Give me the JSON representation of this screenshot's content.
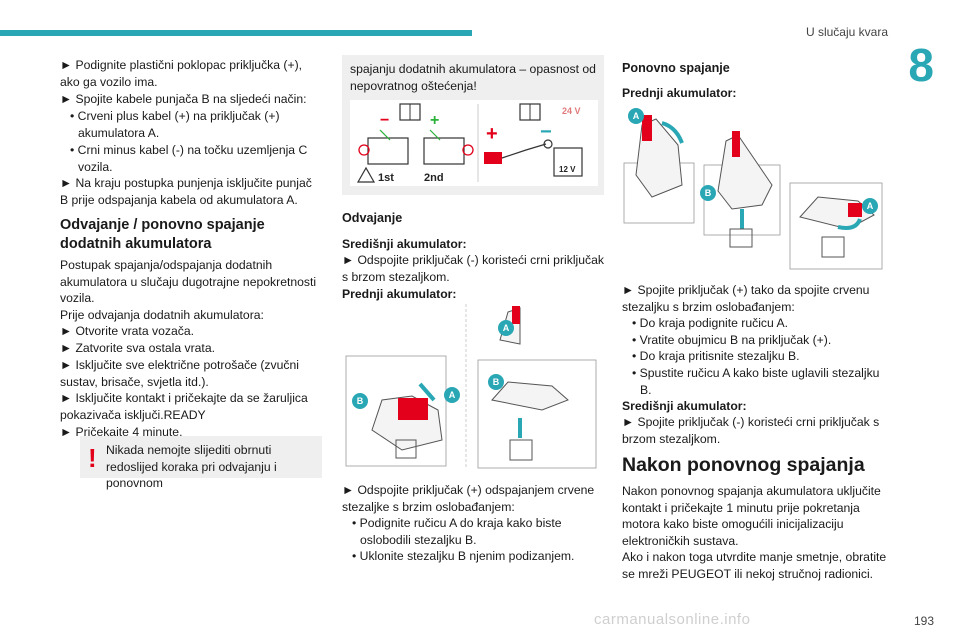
{
  "header": {
    "title": "U slučaju kvara",
    "chapter": "8"
  },
  "col1": {
    "p1": "► Podignite plastični poklopac priključka (+), ako ga vozilo ima.",
    "p2": "► Spojite kabele punjača B na sljedeći način:",
    "b1": "• Crveni plus kabel (+) na priključak (+) akumulatora A.",
    "b2": "• Crni minus kabel (-) na točku uzemljenja C vozila.",
    "p3": "► Na kraju postupka punjenja isključite punjač B prije odspajanja kabela od akumulatora A.",
    "heading": "Odvajanje / ponovno spajanje dodatnih akumulatora",
    "p4": "Postupak spajanja/odspajanja dodatnih akumulatora u slučaju dugotrajne nepokretnosti vozila.",
    "p5": "Prije odvajanja dodatnih akumulatora:",
    "s1": "► Otvorite vrata vozača.",
    "s2": "► Zatvorite sva ostala vrata.",
    "s3": "► Isključite sve električne potrošače (zvučni sustav, brisače, svjetla itd.).",
    "s4": "► Isključite kontakt i pričekajte da se žaruljica pokazivača isključi.READY",
    "s5": "► Pričekajte 4 minute.",
    "warning": "Nikada nemojte slijediti obrnuti redoslijed koraka pri odvajanju i ponovnom"
  },
  "col2": {
    "warning_cont": "spajanju dodatnih akumulatora – opasnost od nepovratnog oštećenja!",
    "fig_labels": {
      "first": "1st",
      "second": "2nd",
      "volt24": "24 V",
      "volt12": "12 V"
    },
    "heading": "Odvajanje",
    "sub1": "Središnji akumulator:",
    "p1": "► Odspojite priključak (-) koristeći crni priključak s brzom stezaljkom.",
    "sub2": "Prednji akumulator:",
    "badges": [
      "A",
      "B",
      "A",
      "B"
    ],
    "p2": "► Odspojite priključak (+) odspajanjem crvene stezaljke s brzim oslobađanjem:",
    "b1": "• Podignite ručicu A do kraja kako biste oslobodili stezaljku B.",
    "b2": "• Uklonite stezaljku B njenim podizanjem."
  },
  "col3": {
    "heading": "Ponovno spajanje",
    "sub1": "Prednji akumulator:",
    "badges": [
      "A",
      "B",
      "A"
    ],
    "p1": "► Spojite priključak (+) tako da spojite crvenu stezaljku s brzim oslobađanjem:",
    "b1": "• Do kraja podignite ručicu A.",
    "b2": "• Vratite obujmicu B na priključak (+).",
    "b3": "• Do kraja pritisnite stezaljku B.",
    "b4": "• Spustite ručicu A kako biste uglavili stezaljku B.",
    "sub2": "Središnji akumulator:",
    "p2": "► Spojite priključak (-) koristeći crni priključak s brzom stezaljkom.",
    "heading2": "Nakon ponovnog spajanja",
    "p3": "Nakon ponovnog spajanja akumulatora uključite kontakt i pričekajte 1 minutu prije pokretanja motora kako biste omogućili inicijalizaciju elektroničkih sustava.",
    "p4": "Ako i nakon toga utvrdite manje smetnje, obratite se mreži PEUGEOT ili nekoj stručnoj radionici."
  },
  "footer": {
    "page": "193",
    "watermark": "carmanualsonline.info"
  }
}
